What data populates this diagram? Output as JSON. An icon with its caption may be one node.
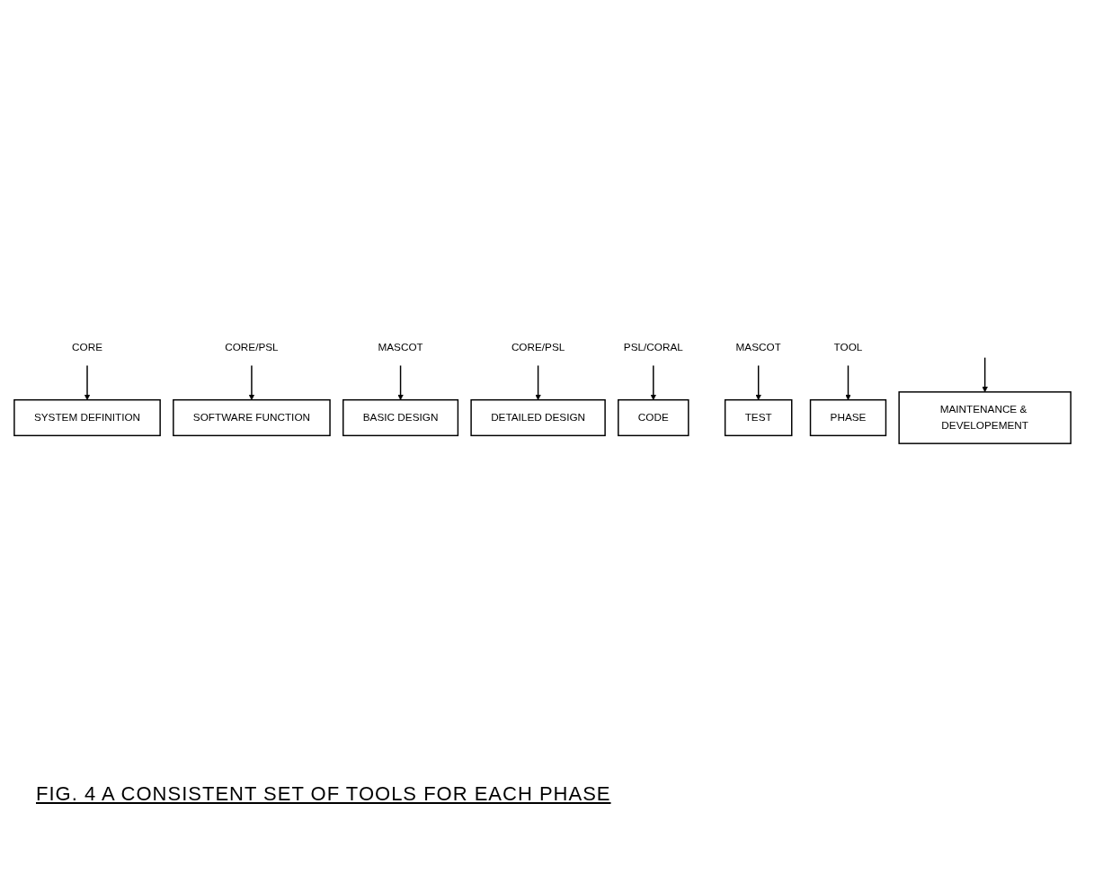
{
  "diagram": {
    "caption": "FIG. 4 A CONSISTENT SET OF TOOLS FOR EACH PHASE",
    "nodes": [
      {
        "text": [
          "CORE"
        ]
      },
      {
        "text": [
          "SYSTEM DEFINITION"
        ]
      },
      {
        "text": [
          "CORE/PSL"
        ]
      },
      {
        "text": [
          "SOFTWARE FUNCTION"
        ]
      },
      {
        "text": [
          "MASCOT"
        ]
      },
      {
        "text": [
          "BASIC DESIGN"
        ]
      },
      {
        "text": [
          "CORE/PSL"
        ]
      },
      {
        "text": [
          "DETAILED DESIGN"
        ]
      },
      {
        "text": [
          "PSL/CORAL"
        ]
      },
      {
        "text": [
          "CODE"
        ]
      },
      {
        "text": [
          "MASCOT"
        ]
      },
      {
        "text": [
          "TEST"
        ]
      },
      {
        "text": [
          "MAINTENANCE & DEVELOPEMENT"
        ]
      },
      {
        "text": [
          "TOOL"
        ]
      },
      {
        "text": [
          "PHASE"
        ]
      }
    ],
    "edges": [
      {
        "from": 0,
        "to": 1,
        "arrow": "to"
      },
      {
        "from": 2,
        "to": 3,
        "arrow": "to"
      },
      {
        "from": 4,
        "to": 5,
        "arrow": "to"
      },
      {
        "from": 6,
        "to": 7,
        "arrow": "to"
      },
      {
        "from": 8,
        "to": 9,
        "arrow": "to"
      },
      {
        "from": 10,
        "to": 11,
        "arrow": "to"
      },
      {
        "from": null,
        "to": 12,
        "arrow": "to"
      },
      {
        "from": 13,
        "to": 14,
        "arrow": "to"
      }
    ]
  }
}
